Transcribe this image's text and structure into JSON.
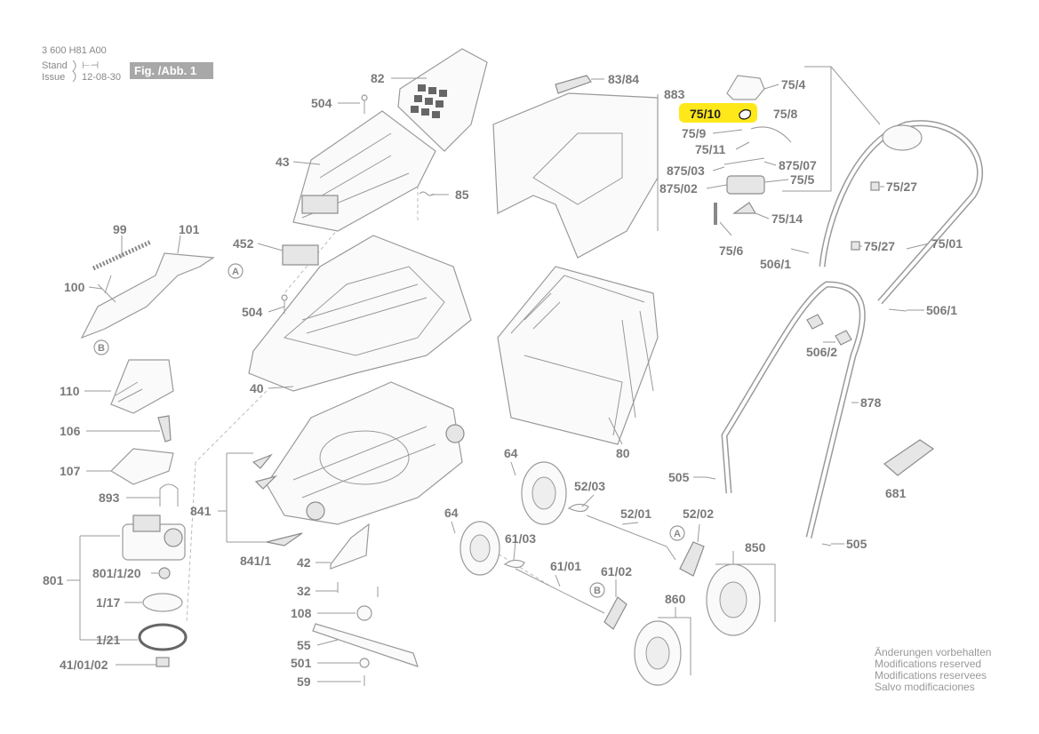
{
  "header": {
    "doc_number": "3 600 H81 A00",
    "stand_label": "Stand",
    "issue_label": "Issue",
    "date": "12-08-30",
    "figure_label": "Fig. /Abb. 1"
  },
  "highlight": {
    "part": "75/10",
    "color": "#ffe81a"
  },
  "parts": {
    "p82": "82",
    "p504a": "504",
    "p43": "43",
    "p85": "85",
    "p452": "452",
    "p504b": "504",
    "p40": "40",
    "p99": "99",
    "p101": "101",
    "p100": "100",
    "p110": "110",
    "p106": "106",
    "p107": "107",
    "p893": "893",
    "p841": "841",
    "p801": "801",
    "p801_1_20": "801/1/20",
    "p1_17": "1/17",
    "p1_21": "1/21",
    "p41_01_02": "41/01/02",
    "p841_1": "841/1",
    "p42": "42",
    "p32": "32",
    "p108": "108",
    "p55": "55",
    "p501": "501",
    "p59": "59",
    "p83_84": "83/84",
    "p883": "883",
    "p75_4": "75/4",
    "p75_8": "75/8",
    "p75_9": "75/9",
    "p75_11": "75/11",
    "p875_03": "875/03",
    "p875_07": "875/07",
    "p875_02": "875/02",
    "p75_5": "75/5",
    "p75_14": "75/14",
    "p75_6": "75/6",
    "p506_1a": "506/1",
    "p75_27a": "75/27",
    "p75_27b": "75/27",
    "p75_01": "75/01",
    "p506_1b": "506/1",
    "p506_2": "506/2",
    "p878": "878",
    "p80": "80",
    "p64a": "64",
    "p52_03": "52/03",
    "p52_01": "52/01",
    "p52_02": "52/02",
    "p505a": "505",
    "p681": "681",
    "p64b": "64",
    "p61_03": "61/03",
    "p61_01": "61/01",
    "p61_02": "61/02",
    "p850": "850",
    "p860": "860",
    "p505b": "505"
  },
  "refs": {
    "a": "A",
    "b": "B"
  },
  "notes": [
    "Änderungen vorbehalten",
    "Modifications reserved",
    "Modifications reservees",
    "Salvo modificaciones"
  ]
}
